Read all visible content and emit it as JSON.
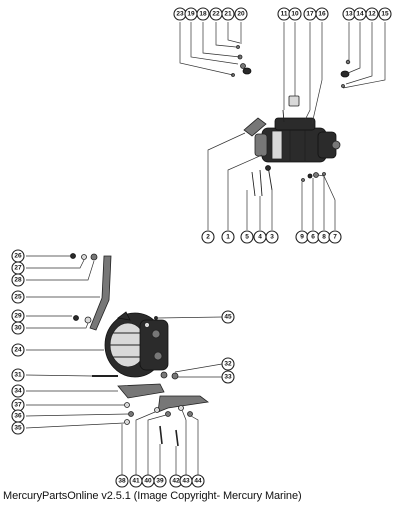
{
  "caption": "MercuryPartsOnline v2.5.1 (Image Copyright- Mercury Marine)",
  "callouts": {
    "c23": "23",
    "c19": "19",
    "c18": "18",
    "c22": "22",
    "c21": "21",
    "c20": "20",
    "c11": "11",
    "c10": "10",
    "c17": "17",
    "c16": "16",
    "c13": "13",
    "c14": "14",
    "c12": "12",
    "c15": "15",
    "c2": "2",
    "c1": "1",
    "c5": "5",
    "c4": "4",
    "c3": "3",
    "c9": "9",
    "c6": "6",
    "c8": "8",
    "c7": "7",
    "c26": "26",
    "c27": "27",
    "c28": "28",
    "c25": "25",
    "c29": "29",
    "c30": "30",
    "c24": "24",
    "c45": "45",
    "c31": "31",
    "c32": "32",
    "c33": "33",
    "c34": "34",
    "c37": "37",
    "c36": "36",
    "c35": "35",
    "c38": "38",
    "c41": "41",
    "c40": "40",
    "c39": "39",
    "c42": "42",
    "c43": "43",
    "c44": "44"
  }
}
